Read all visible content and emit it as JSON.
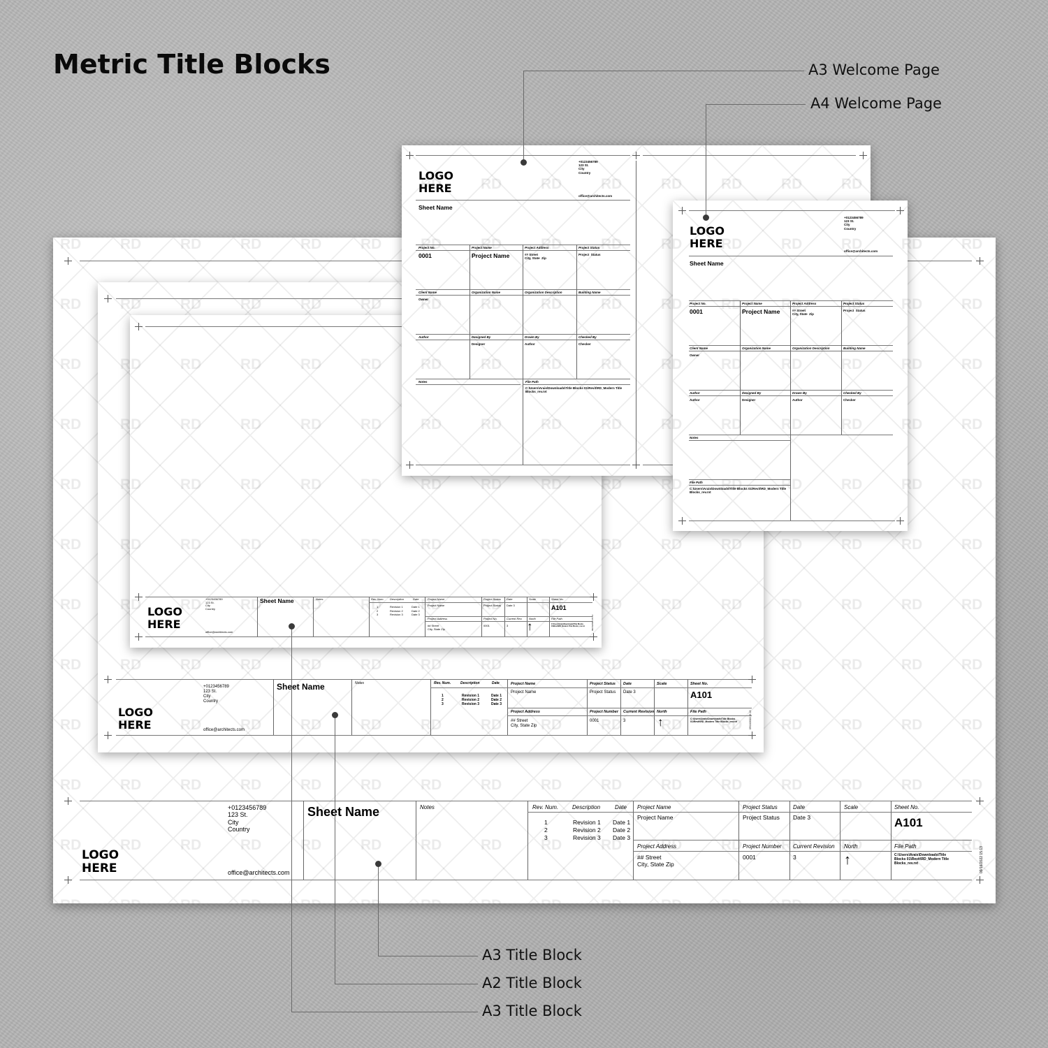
{
  "page": {
    "title": "Metric Title Blocks",
    "background_color": "#b4b4b4"
  },
  "callouts": {
    "top": [
      {
        "label": "A3 Welcome Page"
      },
      {
        "label": "A4 Welcome Page"
      }
    ],
    "bottom": [
      {
        "label": "A3 Title Block"
      },
      {
        "label": "A2 Title Block"
      },
      {
        "label": "A3 Title Block"
      }
    ]
  },
  "watermark": "RD",
  "firm": {
    "logo_line1": "LOGO",
    "logo_line2": "HERE",
    "phone": "+0123456789",
    "street": "123 St.",
    "city": "City",
    "country": "Country",
    "email": "office@architects.com"
  },
  "title_block": {
    "sheet_name": "Sheet Name",
    "notes_label": "Notes",
    "rev_headers": {
      "num": "Rev. Num.",
      "desc": "Description",
      "date": "Date"
    },
    "revisions": [
      {
        "num": "1",
        "desc": "Revision 1",
        "date": "Date 1"
      },
      {
        "num": "2",
        "desc": "Revision 2",
        "date": "Date 2"
      },
      {
        "num": "3",
        "desc": "Revision 3",
        "date": "Date 3"
      }
    ],
    "project_name_label": "Project Name",
    "project_name_value": "Project Name",
    "project_status_label": "Project Status",
    "project_status_value": "Project  Status",
    "date_label": "Date",
    "date_value": "Date 3",
    "scale_label": "Scale",
    "sheet_no_label": "Sheet No.",
    "sheet_no_value": "A101",
    "project_address_label": "Project Address",
    "project_address_line1": "## Street",
    "project_address_line2": "City, State  Zip",
    "project_number_label": "Project Number",
    "project_number_short_label": "Project No.",
    "project_number_value": "0001",
    "current_revision_label": "Current Revision",
    "current_revision_short_label": "Current Rev.",
    "current_revision_value": "3",
    "north_label": "North",
    "north_symbol": "↑",
    "file_path_label": "File Path",
    "file_path_value": "C:\\Users\\Arais\\Downloads\\Title Blocks 01\\Revit\\RD_Modern Title Blocks_rev.rvt",
    "print_stamp": "09/16/2022 15:13"
  },
  "welcome_page": {
    "sheet_name": "Sheet Name",
    "grid": [
      [
        {
          "label": "Project No.",
          "value": "0001",
          "big": true
        },
        {
          "label": "Project Name",
          "value": "Project Name",
          "big": true
        },
        {
          "label": "Project Address",
          "value": "## Street\nCity, State  Zip"
        },
        {
          "label": "Project Status",
          "value": "Project  Status"
        }
      ],
      [
        {
          "label": "Client Name",
          "value": "Owner"
        },
        {
          "label": "Organization Name",
          "value": ""
        },
        {
          "label": "Organization Description",
          "value": ""
        },
        {
          "label": "Building Name",
          "value": ""
        }
      ],
      [
        {
          "label": "Author",
          "value": ""
        },
        {
          "label": "Designed By",
          "value": "Designer"
        },
        {
          "label": "Drawn By",
          "value": "Author"
        },
        {
          "label": "Checked By",
          "value": "Checker"
        }
      ]
    ],
    "a4_author_value": "Author",
    "notes_label": "Notes",
    "file_path_label": "File Path",
    "file_path_value": "C:\\Users\\Arais\\Downloads\\Title Blocks 01\\Revit\\RD_Modern Title Blocks_rev.rvt"
  }
}
